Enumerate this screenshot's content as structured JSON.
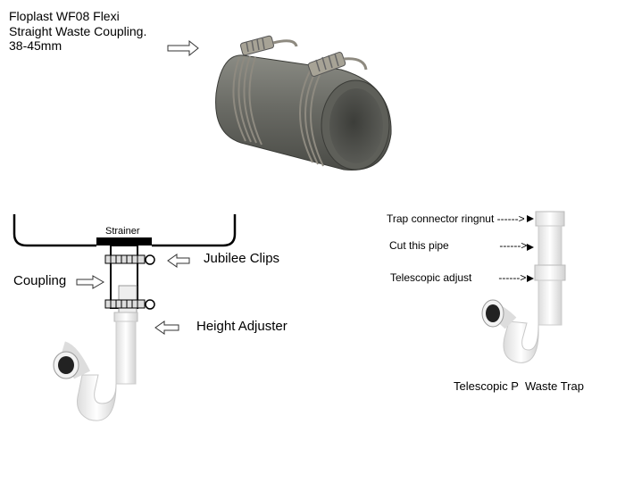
{
  "title": {
    "line1": "Floplast WF08 Flexi",
    "line2": "Straight Waste Coupling.",
    "line3": "38-45mm"
  },
  "sink_diagram": {
    "strainer": "Strainer",
    "jubilee_clips": "Jubilee Clips",
    "coupling": "Coupling",
    "height_adjuster": "Height Adjuster"
  },
  "trap_diagram": {
    "connector_ringnut": "Trap connector ringnut",
    "cut_pipe": "Cut this pipe",
    "telescopic_adjust": "Telescopic adjust",
    "caption": "Telescopic P  Waste Trap",
    "leader": "------>"
  },
  "colors": {
    "rubber": "#6f706a",
    "clip_metal": "#9a968c",
    "plastic_white": "#f2f2f2",
    "outline": "#111111"
  }
}
